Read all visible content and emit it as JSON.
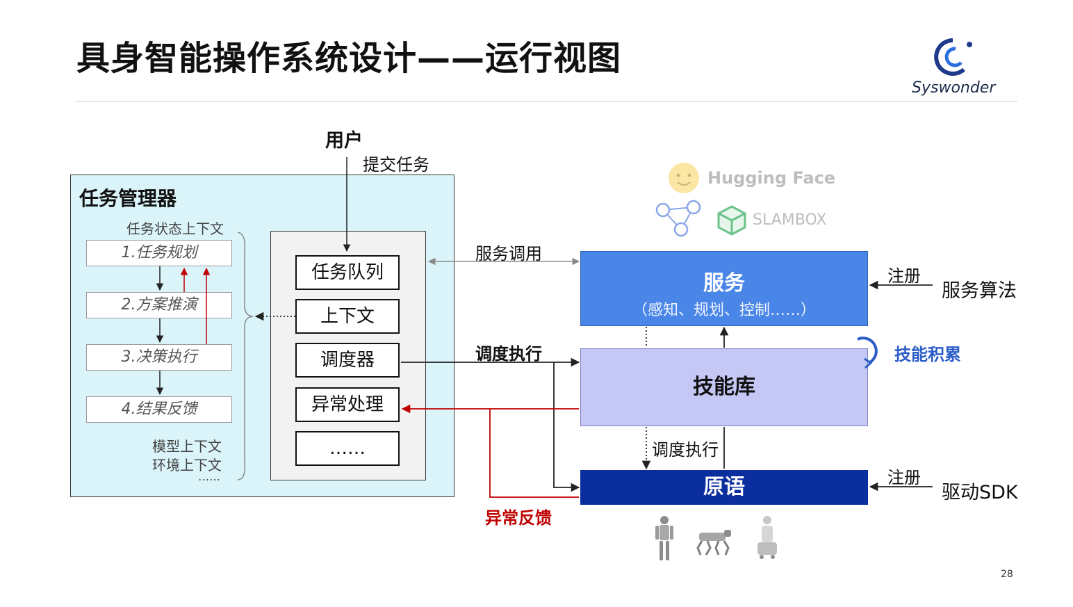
{
  "slide": {
    "title": "具身智能操作系统设计——运行视图",
    "logo_text": "Syswonder",
    "page_number": "28"
  },
  "user": {
    "label": "用户",
    "submit_label": "提交任务"
  },
  "task_manager": {
    "title": "任务管理器",
    "task_state_context": "任务状态上下文",
    "steps": [
      "1.任务规划",
      "2.方案推演",
      "3.决策执行",
      "4.结果反馈"
    ],
    "model_context": "模型上下文",
    "env_context": "环境上下文",
    "more": "……"
  },
  "queue_panel": {
    "items": [
      "任务队列",
      "上下文",
      "调度器",
      "异常处理",
      "……"
    ]
  },
  "edges": {
    "service_call": "服务调用",
    "dispatch_exec": "调度执行",
    "dispatch_exec_2": "调度执行",
    "exception_feedback": "异常反馈",
    "skill_accumulation": "技能积累",
    "register_1": "注册",
    "register_2": "注册"
  },
  "services": {
    "title": "服务",
    "subtitle": "（感知、规划、控制……）",
    "external": "服务算法"
  },
  "skill_library": {
    "title": "技能库"
  },
  "primitives": {
    "title": "原语",
    "external": "驱动SDK"
  },
  "ecosystem": {
    "hugging_face": "Hugging Face",
    "slambox": "SLAMBOX"
  },
  "colors": {
    "task_panel_bg": "#daf4f9",
    "service_blue": "#4a86e8",
    "skill_lavender": "#c5c8f5",
    "primitive_navy": "#0b2e9e",
    "exception_red": "#c00000",
    "skill_accent": "#2b5cc8"
  },
  "icons": [
    "syswonder-logo-icon",
    "hugging-face-icon",
    "graph-network-icon",
    "slambox-cube-icon",
    "refresh-cycle-icon",
    "humanoid-robot-icon",
    "quadruped-robot-icon",
    "mobile-robot-icon"
  ]
}
